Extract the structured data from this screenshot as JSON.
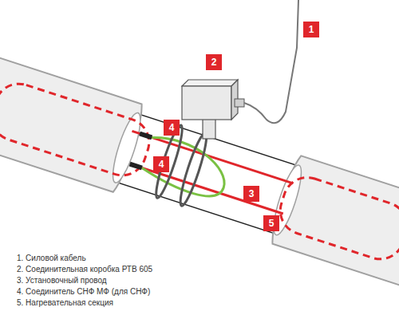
{
  "diagram": {
    "nodes": [
      {
        "text": [
          "1"
        ]
      },
      {
        "text": [
          "2"
        ]
      },
      {
        "text": [
          "4"
        ]
      },
      {
        "text": [
          "4"
        ]
      },
      {
        "text": [
          "3"
        ]
      },
      {
        "text": [
          "5"
        ]
      }
    ],
    "labels": [
      "1. Силовой кабель",
      "2. Соединительная коробка РТВ 605",
      "3. Установочный провод",
      "4. Соединитель СНФ МФ (для СНФ)",
      "5. Нагревательная секция"
    ]
  }
}
